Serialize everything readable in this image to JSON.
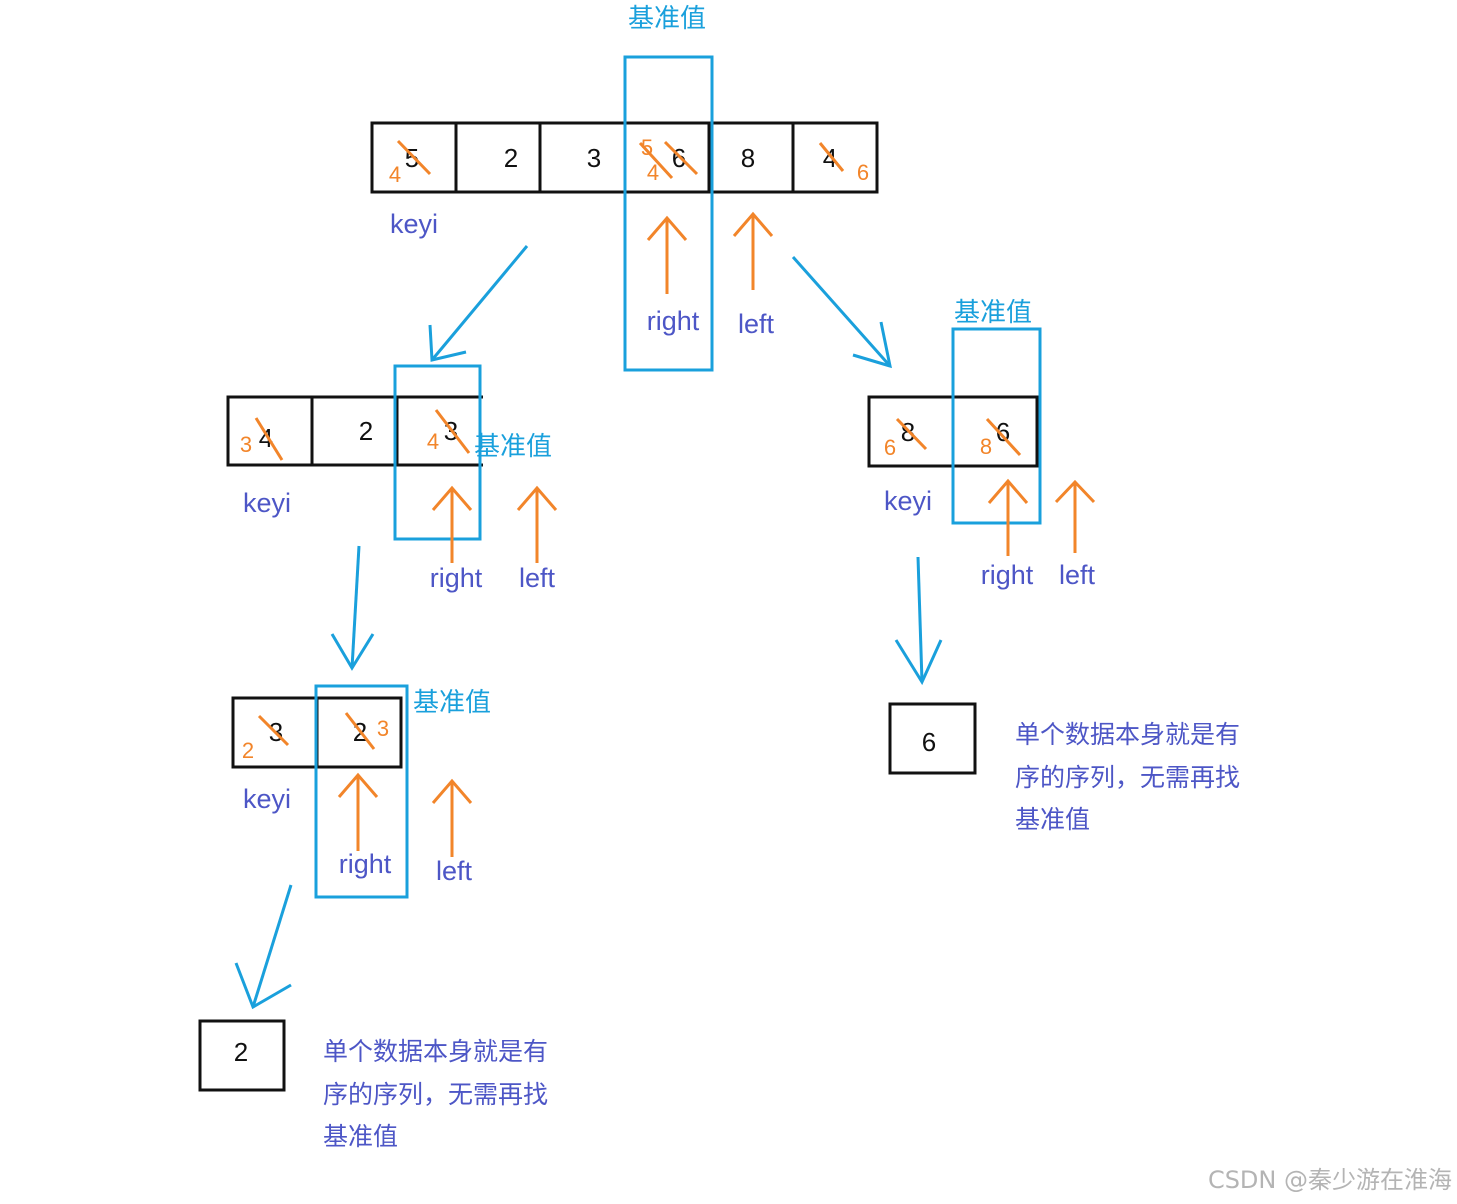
{
  "colors": {
    "box": "#111111",
    "pivot": "#1aa0dc",
    "annotation": "#f2852a",
    "pointer_text": "#4d56c6"
  },
  "top": {
    "pivot_label": "基准值",
    "cells": [
      "5",
      "2",
      "3",
      "6",
      "8",
      "4"
    ],
    "ann_cell0": "4",
    "ann_cell3_top": "5",
    "ann_cell3_mid": "4",
    "ann_cell5": "6",
    "keyi": "keyi",
    "right": "right",
    "left": "left"
  },
  "left_level": {
    "pivot_label": "基准值",
    "cells": [
      "4",
      "2",
      "3"
    ],
    "ann_cell0": "3",
    "ann_cell2": "4",
    "keyi": "keyi",
    "right": "right",
    "left": "left"
  },
  "right_level": {
    "pivot_label": "基准值",
    "cells": [
      "8",
      "6"
    ],
    "ann_cell0": "6",
    "ann_cell1": "8",
    "keyi": "keyi",
    "right": "right",
    "left": "left"
  },
  "bottom_level": {
    "pivot_label": "基准值",
    "cells": [
      "3",
      "2"
    ],
    "ann_cell0": "2",
    "ann_cell1": "3",
    "keyi": "keyi",
    "right": "right",
    "left": "left"
  },
  "single_right": {
    "value": "6",
    "note_lines": [
      "单个数据本身就是有",
      "序的序列，无需再找",
      "基准值"
    ]
  },
  "single_left": {
    "value": "2",
    "note_lines": [
      "单个数据本身就是有",
      "序的序列，无需再找",
      "基准值"
    ]
  },
  "watermark": "CSDN @秦少游在淮海"
}
